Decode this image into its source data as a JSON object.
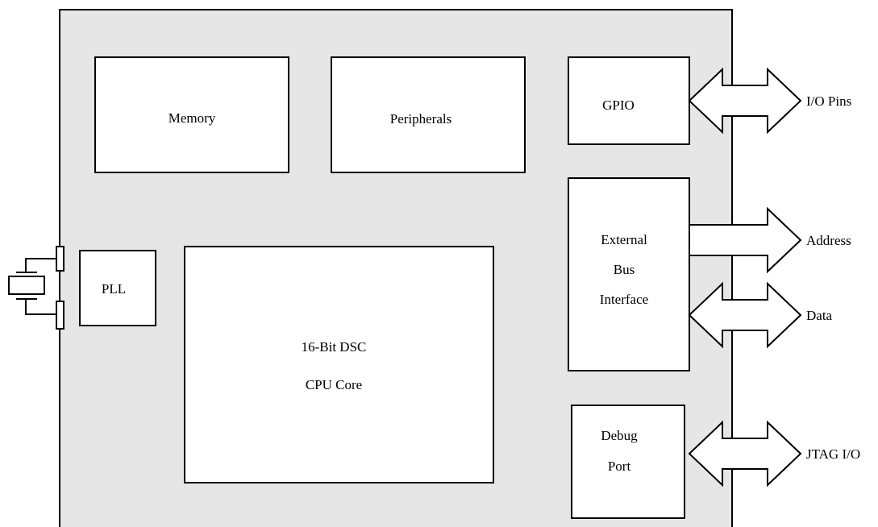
{
  "blocks": {
    "memory": "Memory",
    "peripherals": "Peripherals",
    "gpio": "GPIO",
    "pll": "PLL",
    "cpu_line1": "16-Bit DSC",
    "cpu_line2": "CPU Core",
    "ext_bus_line1": "External",
    "ext_bus_line2": "Bus",
    "ext_bus_line3": "Interface",
    "debug_line1": "Debug",
    "debug_line2": "Port"
  },
  "signals": {
    "io_pins": "I/O Pins",
    "address": "Address",
    "data": "Data",
    "jtag": "JTAG I/O"
  },
  "colors": {
    "chip_fill": "#e6e6e6",
    "block_fill": "#ffffff",
    "stroke": "#000000"
  }
}
